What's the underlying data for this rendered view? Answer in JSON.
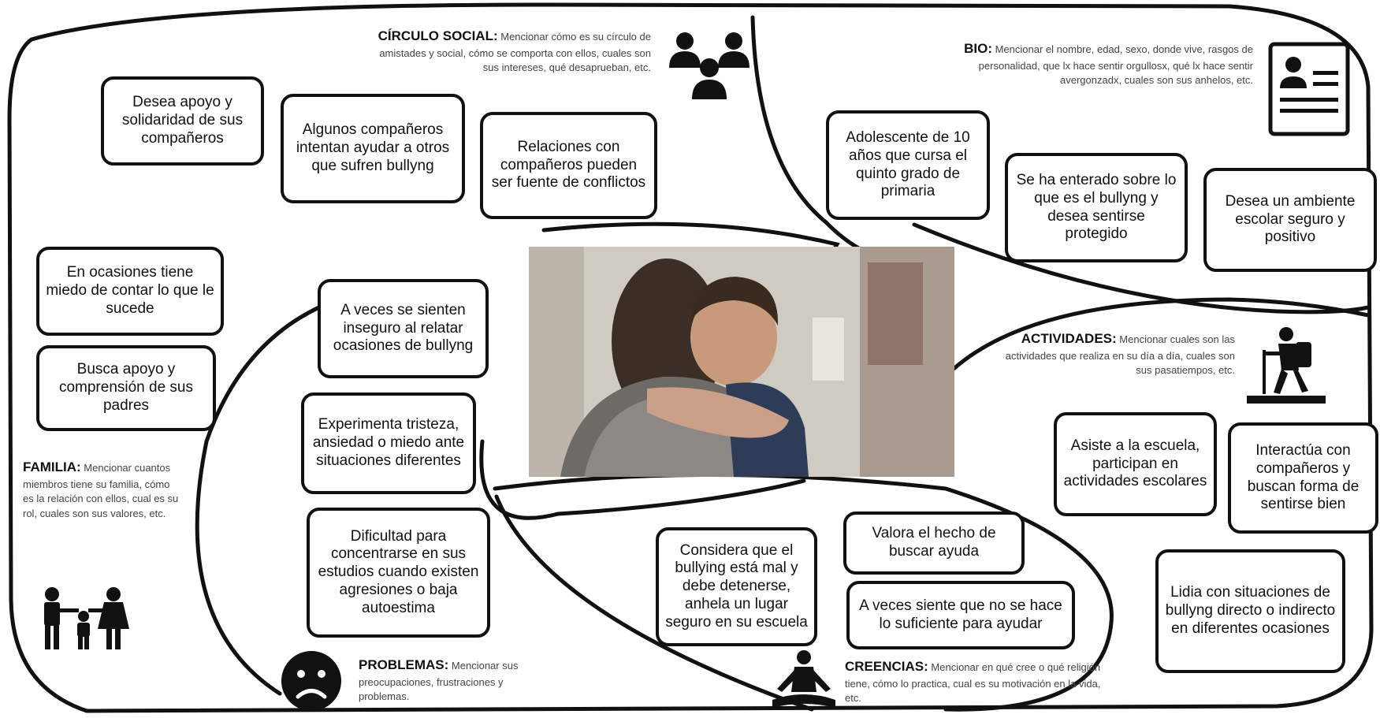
{
  "sections": {
    "circulo_social": {
      "title": "CÍRCULO SOCIAL:",
      "text": "Mencionar cómo es su círculo de amistades y social, cómo se comporta con ellos, cuales son sus intereses, qué desaprueban, etc."
    },
    "bio": {
      "title": "BIO:",
      "text": "Mencionar el nombre, edad, sexo, donde vive, rasgos de personalidad, que lx hace sentir orgullosx, qué lx hace sentir avergonzadx, cuales son sus anhelos, etc."
    },
    "actividades": {
      "title": "ACTIVIDADES:",
      "text": "Mencionar cuales son las actividades que realiza en su día a día, cuales son sus pasatiempos, etc."
    },
    "familia": {
      "title": "FAMILIA:",
      "text": "Mencionar cuantos miembros tiene su familia, cómo es la relación con ellos, cual es su rol, cuales son sus valores, etc."
    },
    "problemas": {
      "title": "PROBLEMAS:",
      "text": "Mencionar sus preocupaciones, frustraciones y problemas."
    },
    "creencias": {
      "title": "CREENCIAS:",
      "text": "Mencionar en qué cree o qué religión tiene, cómo lo practica, cual es su motivación en la vida, etc."
    }
  },
  "notes": {
    "n1": "Desea apoyo y solidaridad de sus compañeros",
    "n2": "Algunos compañeros intentan ayudar a otros que sufren bullyng",
    "n3": "Relaciones con compañeros pueden ser fuente de conflictos",
    "n4": "Adolescente de 10 años que cursa el quinto grado de primaria",
    "n5": "Se ha enterado sobre lo que es el bullyng y desea sentirse protegido",
    "n6": "Desea un ambiente escolar seguro y positivo",
    "n7": "En ocasiones tiene miedo de contar lo que le sucede",
    "n8": "Busca apoyo y comprensión de sus padres",
    "n9": "A veces se sienten inseguro al relatar ocasiones de bullyng",
    "n10": "Experimenta tristeza, ansiedad o miedo ante situaciones diferentes",
    "n11": "Dificultad para concentrarse en sus estudios cuando existen agresiones o baja autoestima",
    "n12": "Asiste a la escuela, participan en actividades escolares",
    "n13": "Interactúa con compañeros y buscan forma de sentirse bien",
    "n14": "Lidia con situaciones de bullyng directo o indirecto en diferentes ocasiones",
    "n15": "Considera que el bullying está mal y debe detenerse, anhela un lugar seguro en su escuela",
    "n16": "Valora el hecho de buscar ayuda",
    "n17": "A veces siente que no se hace lo suficiente para ayudar"
  },
  "icons": [
    "people-group-icon",
    "id-card-icon",
    "hiker-icon",
    "family-icon",
    "sad-face-icon",
    "meditation-icon"
  ]
}
